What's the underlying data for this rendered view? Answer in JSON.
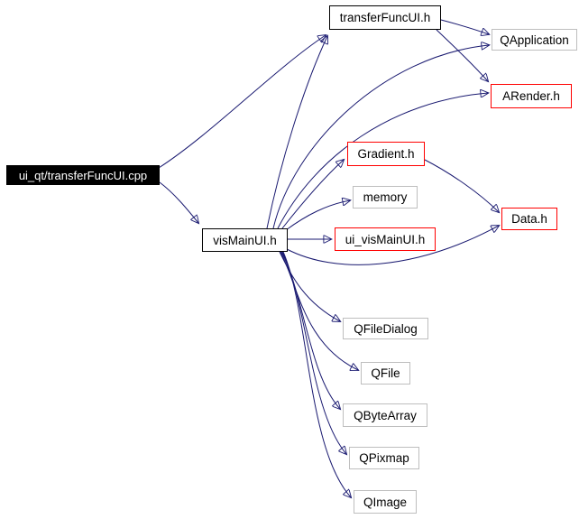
{
  "diagram": {
    "type": "include-dependency-graph",
    "background": "#ffffff",
    "edge_color": "#191970",
    "nodes": {
      "cpp": {
        "label": "ui_qt/transferFuncUI.cpp",
        "style": "current",
        "fill": "#000000",
        "text_color": "#ffffff",
        "border": "#000000"
      },
      "transferFuncUI": {
        "label": "transferFuncUI.h",
        "style": "documented",
        "fill": "#ffffff",
        "text_color": "#000000",
        "border": "#000000"
      },
      "QApplication": {
        "label": "QApplication",
        "style": "external",
        "fill": "#ffffff",
        "text_color": "#000000",
        "border": "#bebebe"
      },
      "ARender": {
        "label": "ARender.h",
        "style": "truncated",
        "fill": "#ffffff",
        "text_color": "#000000",
        "border": "#ff0000"
      },
      "Gradient": {
        "label": "Gradient.h",
        "style": "truncated",
        "fill": "#ffffff",
        "text_color": "#000000",
        "border": "#ff0000"
      },
      "memory": {
        "label": "memory",
        "style": "external",
        "fill": "#ffffff",
        "text_color": "#000000",
        "border": "#bebebe"
      },
      "visMainUI": {
        "label": "visMainUI.h",
        "style": "documented",
        "fill": "#ffffff",
        "text_color": "#000000",
        "border": "#000000"
      },
      "ui_visMainUI": {
        "label": "ui_visMainUI.h",
        "style": "truncated",
        "fill": "#ffffff",
        "text_color": "#000000",
        "border": "#ff0000"
      },
      "Data": {
        "label": "Data.h",
        "style": "truncated",
        "fill": "#ffffff",
        "text_color": "#000000",
        "border": "#ff0000"
      },
      "QFileDialog": {
        "label": "QFileDialog",
        "style": "external",
        "fill": "#ffffff",
        "text_color": "#000000",
        "border": "#bebebe"
      },
      "QFile": {
        "label": "QFile",
        "style": "external",
        "fill": "#ffffff",
        "text_color": "#000000",
        "border": "#bebebe"
      },
      "QByteArray": {
        "label": "QByteArray",
        "style": "external",
        "fill": "#ffffff",
        "text_color": "#000000",
        "border": "#bebebe"
      },
      "QPixmap": {
        "label": "QPixmap",
        "style": "external",
        "fill": "#ffffff",
        "text_color": "#000000",
        "border": "#bebebe"
      },
      "QImage": {
        "label": "QImage",
        "style": "external",
        "fill": "#ffffff",
        "text_color": "#000000",
        "border": "#bebebe"
      }
    },
    "edges": [
      {
        "from": "ui_qt/transferFuncUI.cpp",
        "to": "transferFuncUI.h"
      },
      {
        "from": "ui_qt/transferFuncUI.cpp",
        "to": "visMainUI.h"
      },
      {
        "from": "transferFuncUI.h",
        "to": "QApplication"
      },
      {
        "from": "transferFuncUI.h",
        "to": "ARender.h"
      },
      {
        "from": "visMainUI.h",
        "to": "transferFuncUI.h"
      },
      {
        "from": "visMainUI.h",
        "to": "QApplication"
      },
      {
        "from": "visMainUI.h",
        "to": "ARender.h"
      },
      {
        "from": "visMainUI.h",
        "to": "Gradient.h"
      },
      {
        "from": "visMainUI.h",
        "to": "memory"
      },
      {
        "from": "visMainUI.h",
        "to": "ui_visMainUI.h"
      },
      {
        "from": "visMainUI.h",
        "to": "Data.h"
      },
      {
        "from": "Gradient.h",
        "to": "Data.h"
      },
      {
        "from": "visMainUI.h",
        "to": "QFileDialog"
      },
      {
        "from": "visMainUI.h",
        "to": "QFile"
      },
      {
        "from": "visMainUI.h",
        "to": "QByteArray"
      },
      {
        "from": "visMainUI.h",
        "to": "QPixmap"
      },
      {
        "from": "visMainUI.h",
        "to": "QImage"
      }
    ]
  }
}
